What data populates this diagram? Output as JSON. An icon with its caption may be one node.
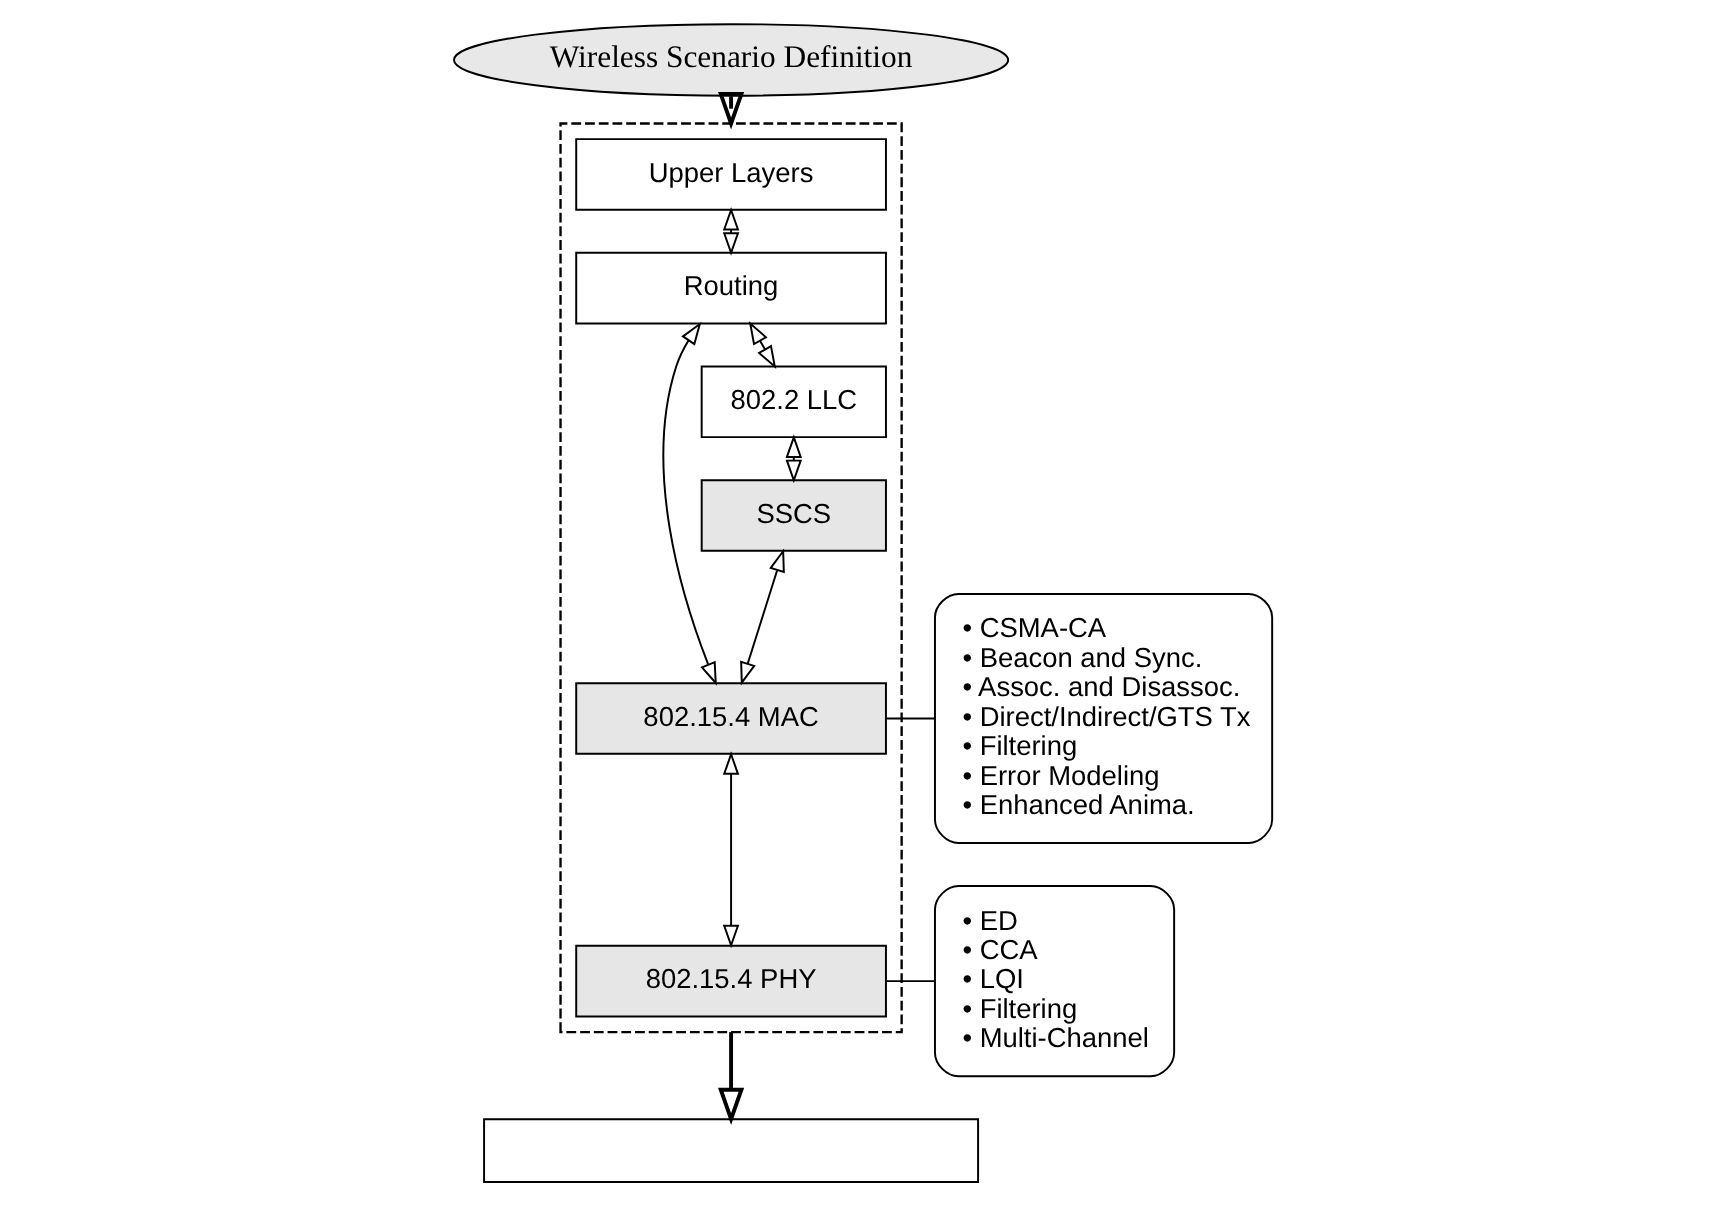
{
  "diagram": {
    "nodes": [
      {
        "text": [
          "Wireless Scenario Definition"
        ]
      },
      {
        "text": [],
        "shape": "box"
      },
      {
        "text": [
          "Upper Layers"
        ],
        "in": 1
      },
      {
        "text": [
          "Routing"
        ],
        "in": 1
      },
      {
        "text": [
          "802.2 LLC"
        ],
        "in": 1
      },
      {
        "text": [
          "SSCS"
        ],
        "in": 1
      },
      {
        "text": [
          "802.15.4 MAC"
        ],
        "in": 1
      },
      {
        "text": [
          "802.15.4 PHY"
        ],
        "in": 1
      },
      {
        "text": [
          "• CSMA-CA",
          "• Beacon and Sync.",
          "• Assoc. and Disassoc.",
          "• Direct/Indirect/GTS Tx",
          "• Filtering",
          "• Error Modeling",
          "• Enhanced Anima."
        ]
      },
      {
        "text": [
          "• ED",
          "• CCA",
          "• LQI",
          "• Filtering",
          "• Multi-Channel"
        ]
      },
      {
        "text": [],
        "shape": "box"
      }
    ],
    "edges": [
      {
        "from": 0,
        "to": 1,
        "arrow": "to"
      },
      {
        "from": 2,
        "to": 3,
        "arrow": "both"
      },
      {
        "from": 3,
        "to": 4,
        "arrow": "both"
      },
      {
        "from": 4,
        "to": 5,
        "arrow": "both"
      },
      {
        "from": 5,
        "to": 6,
        "arrow": "both"
      },
      {
        "from": 6,
        "to": 7,
        "arrow": "both"
      },
      {
        "from": 3,
        "to": 6,
        "arrow": "both"
      },
      {
        "from": 1,
        "to": 10,
        "arrow": "to"
      },
      {
        "from": 8,
        "to": 6,
        "arrow": "none"
      },
      {
        "from": 9,
        "to": 7,
        "arrow": "none"
      }
    ]
  }
}
